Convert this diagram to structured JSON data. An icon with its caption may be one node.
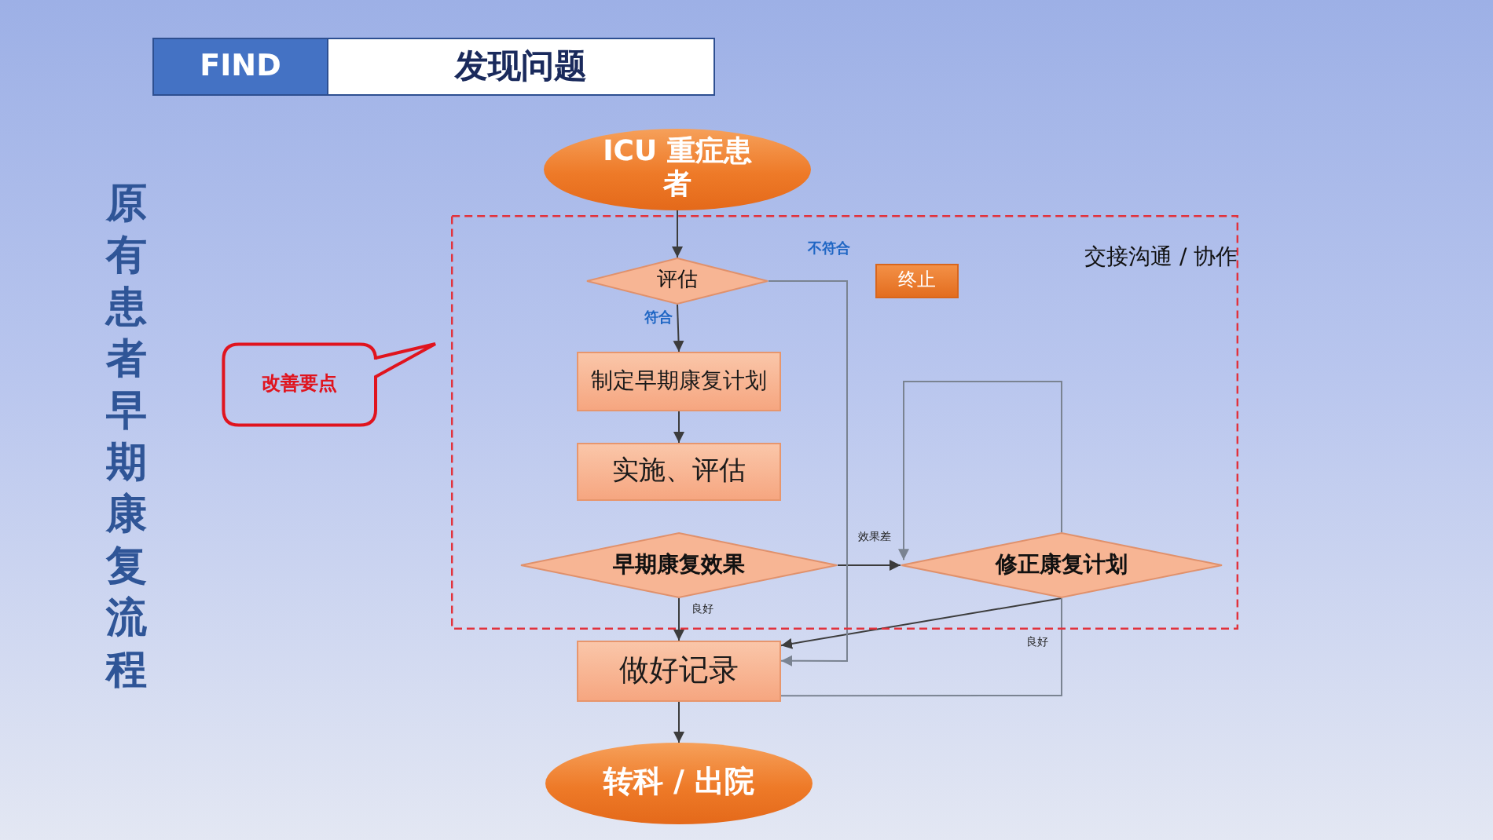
{
  "diagram": {
    "title": "原有患者早期康复流程",
    "nodes": [
      {
        "text": [
          "FIND"
        ]
      },
      {
        "text": [
          "发现问题"
        ]
      },
      {
        "text": [
          "ICU 重症患者"
        ]
      },
      {
        "text": [
          "交接沟通 / 协作"
        ]
      },
      {
        "text": [
          "评估"
        ],
        "in": 3
      },
      {
        "text": [
          "终止"
        ],
        "in": 3
      },
      {
        "text": [
          "制定早期康复计划"
        ],
        "in": 3
      },
      {
        "text": [
          "实施、评估"
        ],
        "in": 3
      },
      {
        "text": [
          "早期康复效果"
        ],
        "in": 3
      },
      {
        "text": [
          "修正康复计划"
        ],
        "in": 3
      },
      {
        "text": [
          "做好记录"
        ]
      },
      {
        "text": [
          "转科 / 出院"
        ]
      },
      {
        "text": [
          "改善要点"
        ]
      }
    ],
    "edges": [
      {
        "from": 2,
        "to": 4,
        "arrow": "to"
      },
      {
        "from": 4,
        "to": 6,
        "arrow": "to",
        "label": "符合"
      },
      {
        "from": 6,
        "to": 7,
        "arrow": "to"
      },
      {
        "from": 8,
        "to": 9,
        "arrow": "to",
        "label": "效果差"
      },
      {
        "from": 8,
        "to": 10,
        "arrow": "to",
        "label": "良好"
      },
      {
        "from": 9,
        "to": 9,
        "arrow": "to",
        "color": "#7a8391"
      },
      {
        "from": 9,
        "to": 10,
        "arrow": "to"
      },
      {
        "from": 9,
        "to": 10,
        "arrow": "none",
        "label": "良好",
        "color": "#7a8391"
      },
      {
        "from": 4,
        "to": 10,
        "arrow": "to",
        "color": "#7a8391"
      },
      {
        "from": 10,
        "to": 11,
        "arrow": "to"
      }
    ],
    "labels": [
      "不符合"
    ]
  }
}
